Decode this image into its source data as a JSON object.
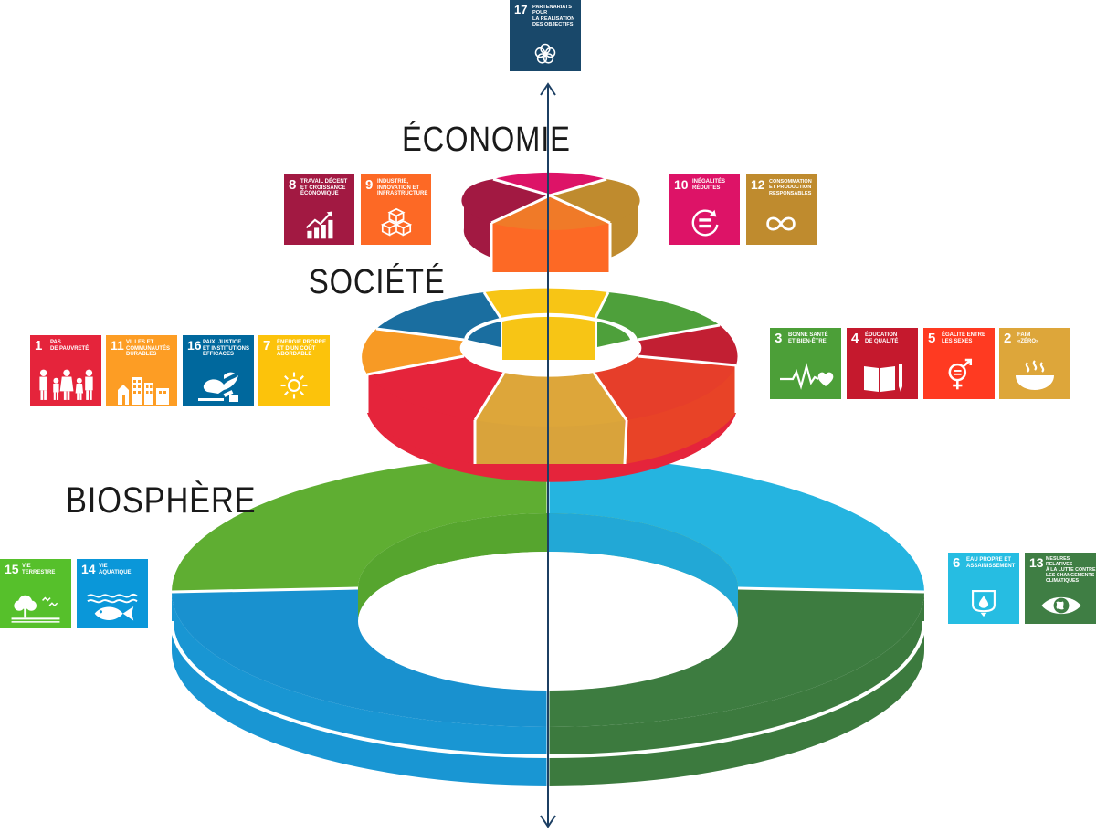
{
  "layers": {
    "economy": "ÉCONOMIE",
    "society": "SOCIÉTÉ",
    "biosphere": "BIOSPHÈRE"
  },
  "goals": [
    {
      "id": "sdg-17",
      "number": "17",
      "title": "PARTENARIATS\nPOUR\nLA RÉALISATION\nDES OBJECTIFS",
      "color": "#19486a",
      "icon": "flower-icon"
    },
    {
      "id": "sdg-8",
      "number": "8",
      "title": "TRAVAIL DÉCENT\nET CROISSANCE\nÉCONOMIQUE",
      "color": "#a21942",
      "icon": "growth-chart-icon"
    },
    {
      "id": "sdg-9",
      "number": "9",
      "title": "INDUSTRIE,\nINNOVATION ET\nINFRASTRUCTURE",
      "color": "#fd6925",
      "icon": "cubes-icon"
    },
    {
      "id": "sdg-10",
      "number": "10",
      "title": "INÉGALITÉS\nRÉDUITES",
      "color": "#dd1367",
      "icon": "equality-icon"
    },
    {
      "id": "sdg-12",
      "number": "12",
      "title": "CONSOMMATION\nET PRODUCTION\nRESPONSABLES",
      "color": "#bf8b2e",
      "icon": "infinity-icon"
    },
    {
      "id": "sdg-1",
      "number": "1",
      "title": "PAS\nDE PAUVRETÉ",
      "color": "#e5243b",
      "icon": "family-icon"
    },
    {
      "id": "sdg-11",
      "number": "11",
      "title": "VILLES ET\nCOMMUNAUTÉS\nDURABLES",
      "color": "#fd9d24",
      "icon": "buildings-icon"
    },
    {
      "id": "sdg-16",
      "number": "16",
      "title": "PAIX, JUSTICE\nET INSTITUTIONS\nEFFICACES",
      "color": "#00689d",
      "icon": "dove-icon"
    },
    {
      "id": "sdg-7",
      "number": "7",
      "title": "ÉNERGIE PROPRE\nET D'UN COÛT\nABORDABLE",
      "color": "#fcc30b",
      "icon": "sun-icon"
    },
    {
      "id": "sdg-3",
      "number": "3",
      "title": "BONNE SANTÉ\nET BIEN-ÊTRE",
      "color": "#4c9f38",
      "icon": "heartbeat-icon"
    },
    {
      "id": "sdg-4",
      "number": "4",
      "title": "ÉDUCATION\nDE QUALITÉ",
      "color": "#c5192d",
      "icon": "book-icon"
    },
    {
      "id": "sdg-5",
      "number": "5",
      "title": "ÉGALITÉ ENTRE\nLES SEXES",
      "color": "#ff3a21",
      "icon": "gender-icon"
    },
    {
      "id": "sdg-2",
      "number": "2",
      "title": "FAIM\n«ZÉRO»",
      "color": "#dda63a",
      "icon": "bowl-icon"
    },
    {
      "id": "sdg-15",
      "number": "15",
      "title": "VIE\nTERRESTRE",
      "color": "#56c02b",
      "icon": "tree-icon"
    },
    {
      "id": "sdg-14",
      "number": "14",
      "title": "VIE\nAQUATIQUE",
      "color": "#0a97d9",
      "icon": "fish-icon"
    },
    {
      "id": "sdg-6",
      "number": "6",
      "title": "EAU PROPRE ET\nASSAINISSEMENT",
      "color": "#26bde2",
      "icon": "water-icon"
    },
    {
      "id": "sdg-13",
      "number": "13",
      "title": "MESURES RELATIVES\nÀ LA LUTTE CONTRE\nLES CHANGEMENTS\nCLIMATIQUES",
      "color": "#3f7e44",
      "icon": "eye-earth-icon"
    }
  ]
}
